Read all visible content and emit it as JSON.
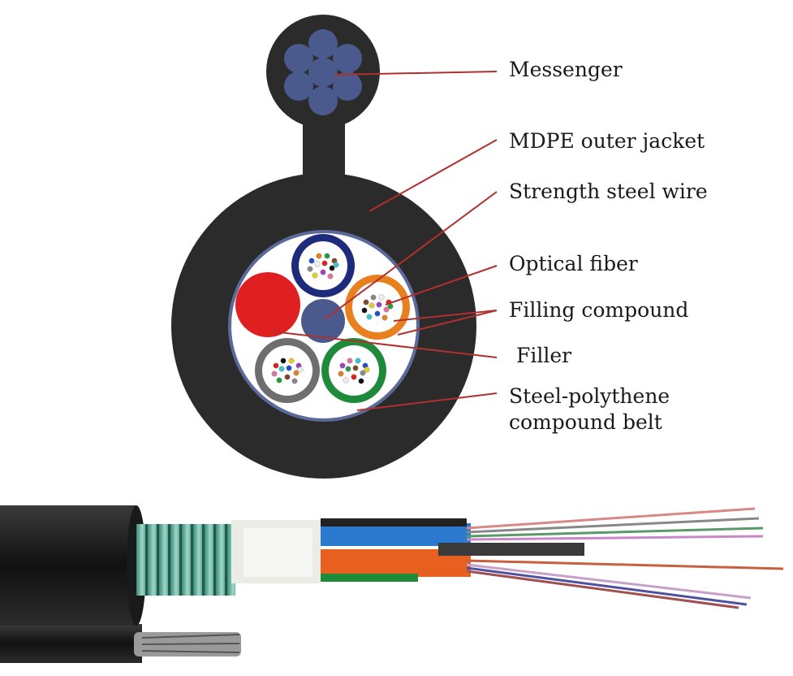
{
  "labels": {
    "messenger": "Messenger",
    "outer_jacket": "MDPE outer jacket",
    "strength_wire": "Strength steel wire",
    "optical_fiber": "Optical fiber",
    "filling_compound": "Filling compound",
    "filler": "Filler",
    "belt_line1": "Steel-polythene",
    "belt_line2": "compound belt"
  },
  "colors": {
    "jacket": "#2a2a2a",
    "strand": "#4a5a8c",
    "leader_line": "#b03030",
    "filler": "#e02020",
    "tube_navy": "#1e2a7a",
    "tube_orange": "#e88020",
    "tube_gray": "#6e6e6e",
    "tube_green": "#1e8a3a"
  }
}
